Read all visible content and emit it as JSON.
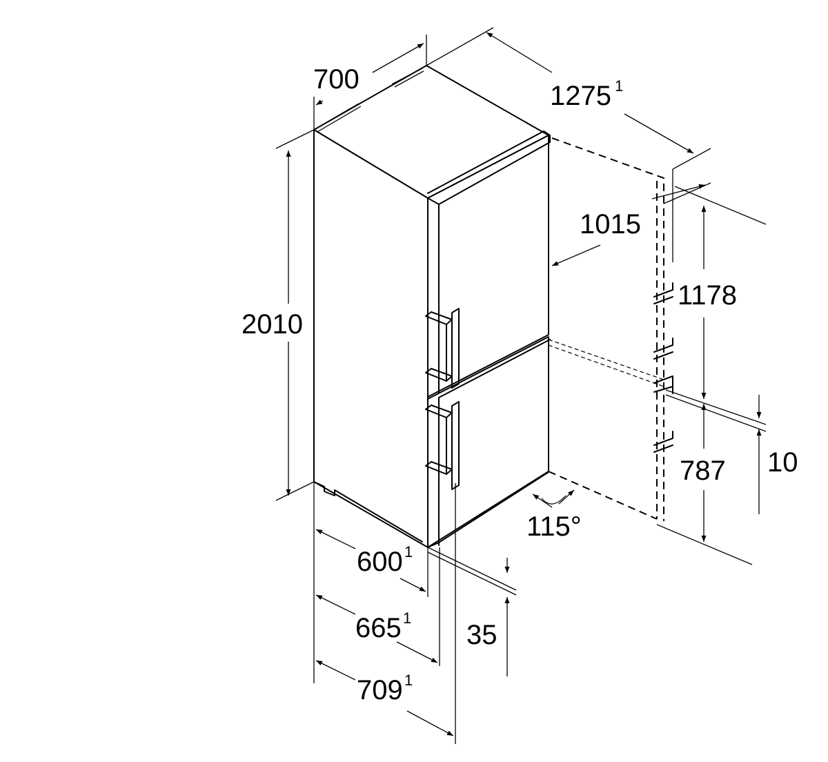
{
  "dimensions": {
    "depth_top": {
      "value": "700"
    },
    "open_depth": {
      "value": "1275",
      "note": "1"
    },
    "door_clearance": {
      "value": "1015"
    },
    "total_height": {
      "value": "2010"
    },
    "fridge_hinge": {
      "value": "1178"
    },
    "freezer_hinge": {
      "value": "787"
    },
    "gap_right": {
      "value": "10"
    },
    "door_angle": {
      "value": "115°"
    },
    "width_body": {
      "value": "600",
      "note": "1"
    },
    "width_doors": {
      "value": "665",
      "note": "1"
    },
    "width_handle": {
      "value": "709",
      "note": "1"
    },
    "gap_bottom": {
      "value": "35"
    }
  }
}
